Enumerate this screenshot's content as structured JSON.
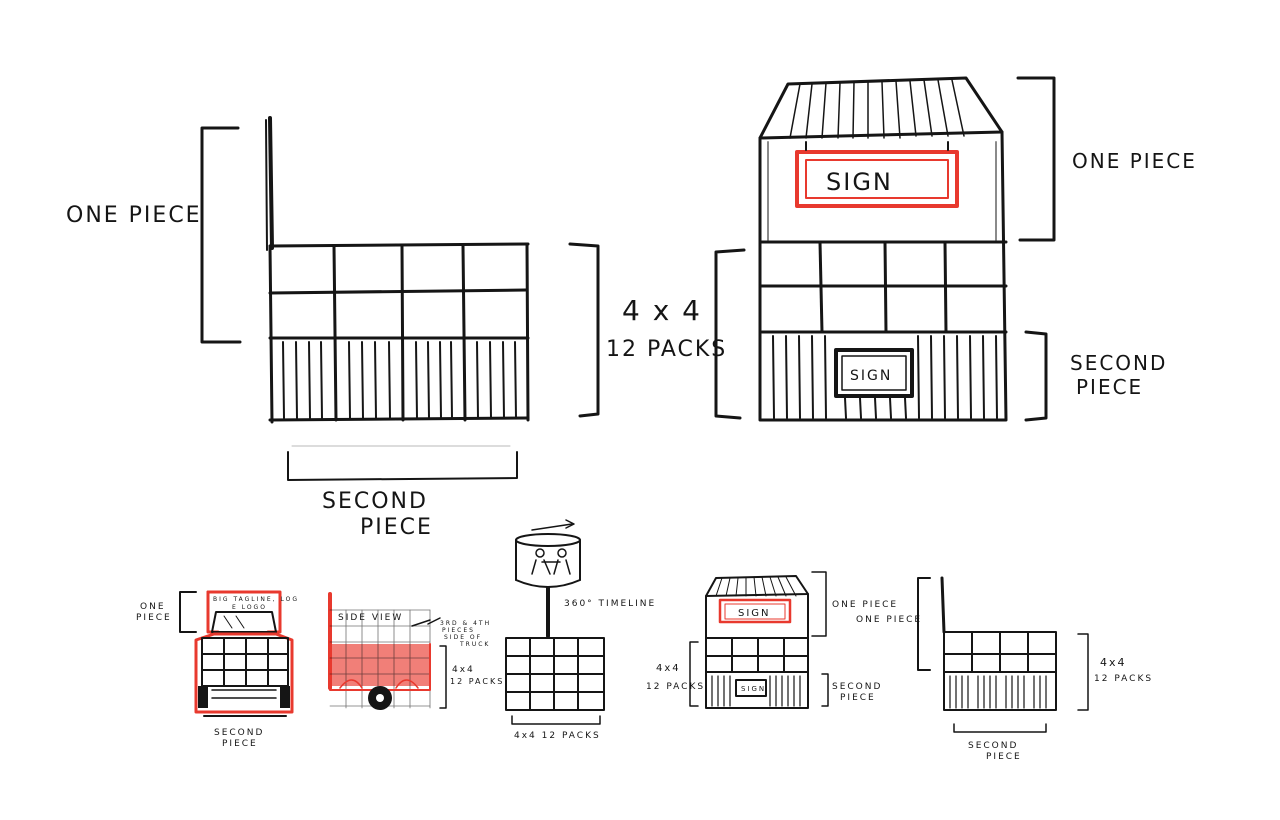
{
  "colors": {
    "ink": "#151515",
    "accent": "#e8392e",
    "accent_fill": "#f07169",
    "paper": "#ffffff"
  },
  "sketch_a": {
    "label_top": "ONE PIECE",
    "label_right_1": "4 x 4",
    "label_right_2": "12 PACKS",
    "label_bottom_1": "SECOND",
    "label_bottom_2": "PIECE"
  },
  "sketch_b": {
    "sign_top": "SIGN",
    "sign_bottom": "SIGN",
    "label_top": "ONE PIECE",
    "label_bottom_1": "SECOND",
    "label_bottom_2": "PIECE"
  },
  "thumb_truck": {
    "label_left_1": "ONE",
    "label_left_2": "PIECE",
    "cab_text_1": "BIG TAGLINE, LOG",
    "cab_text_2": "E LOGO",
    "label_bottom_1": "SECOND",
    "label_bottom_2": "PIECE"
  },
  "thumb_side": {
    "title": "SIDE VIEW",
    "note_1": "3RD & 4TH",
    "note_2": "PIECES",
    "note_3": "SIDE OF",
    "note_4": "TRUCK",
    "label_right_1": "4x4",
    "label_right_2": "12 PACKS"
  },
  "thumb_lamp": {
    "label_side": "360° TIMELINE",
    "label_bottom": "4x4  12 PACKS"
  },
  "thumb_shop": {
    "sign_top": "SIGN",
    "sign_bottom": "SIGN",
    "label_right_top": "ONE PIECE",
    "label_right_bottom_1": "SECOND",
    "label_right_bottom_2": "PIECE",
    "label_left_1": "4x4",
    "label_left_2": "12 PACKS"
  },
  "thumb_simple": {
    "label_top": "ONE PIECE",
    "label_right_1": "4x4",
    "label_right_2": "12 PACKS",
    "label_bottom_1": "SECOND",
    "label_bottom_2": "PIECE"
  }
}
